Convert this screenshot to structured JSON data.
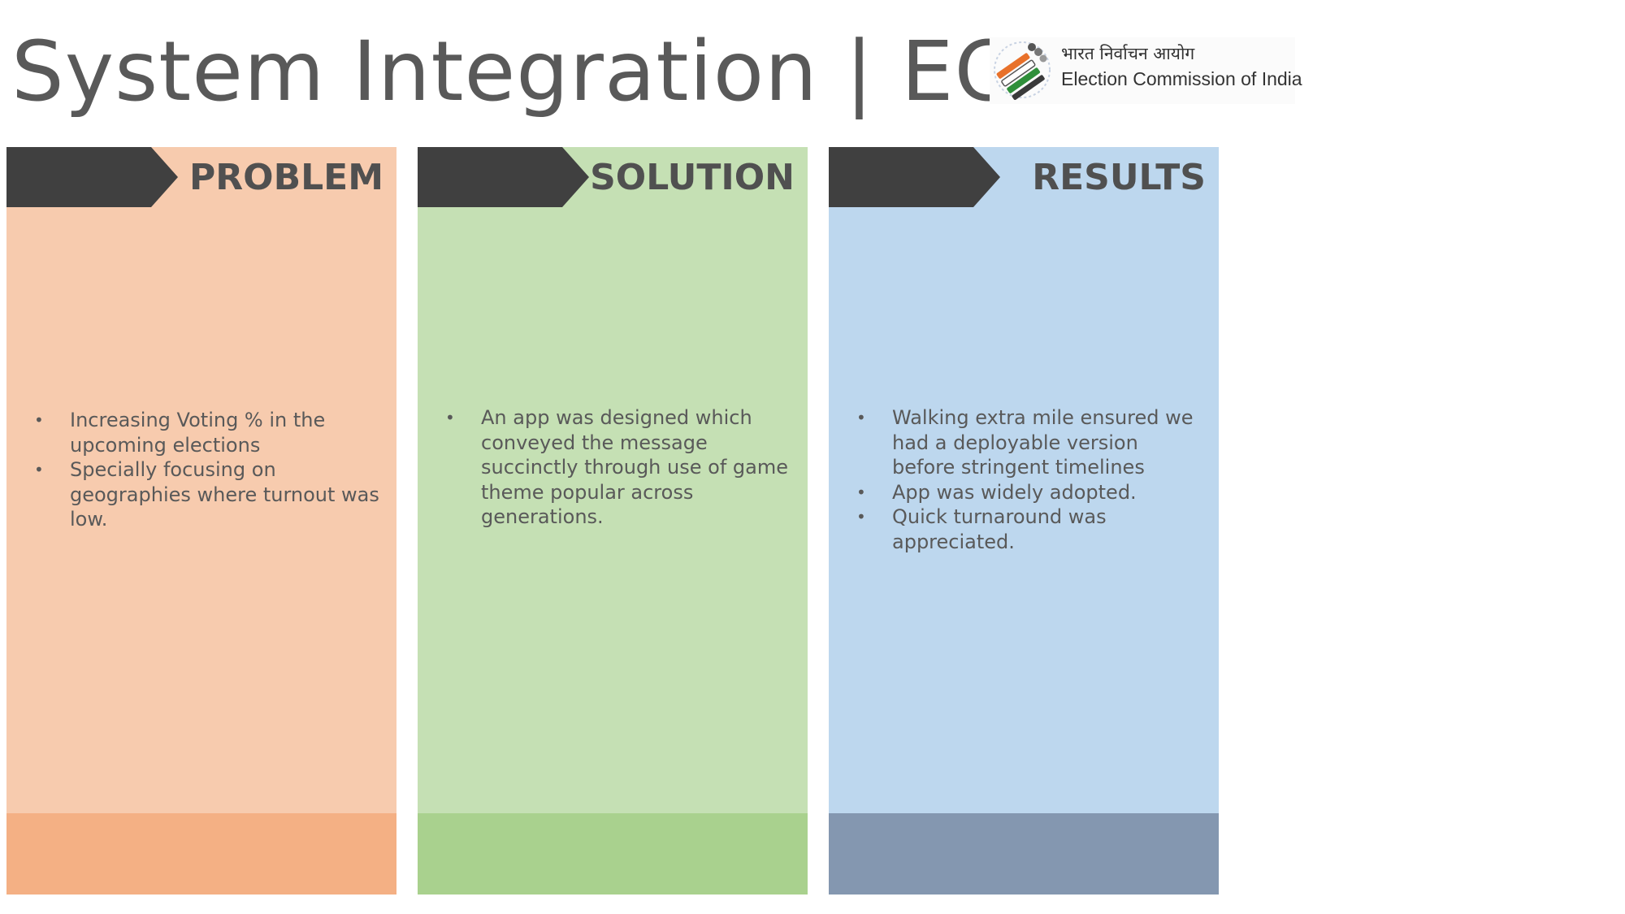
{
  "title": "System Integration | ECI",
  "logo": {
    "hindi": "भारत निर्वाचन आयोग",
    "english": "Election Commission of India"
  },
  "panels": [
    {
      "heading": "PROBLEM",
      "bullets": [
        "Increasing Voting % in the upcoming elections",
        "Specially focusing on geographies where turnout was low."
      ]
    },
    {
      "heading": "SOLUTION",
      "bullets": [
        "An app was designed which conveyed the message succinctly through use of game theme popular across generations."
      ]
    },
    {
      "heading": "RESULTS",
      "bullets": [
        "Walking extra mile ensured we had a deployable version before stringent timelines",
        "App was widely adopted.",
        "Quick turnaround was appreciated."
      ]
    }
  ],
  "colors": {
    "title": "#595959",
    "chevron_dark": "#404040",
    "problem_body": "#f7cbae",
    "problem_foot": "#f4b084",
    "solution_body": "#c5e0b4",
    "solution_foot": "#a9d18e",
    "results_body": "#bdd7ee",
    "results_foot": "#8497b0"
  },
  "icons": [
    "ballot-hand-logo-icon",
    "chevron-arrow-icon"
  ]
}
